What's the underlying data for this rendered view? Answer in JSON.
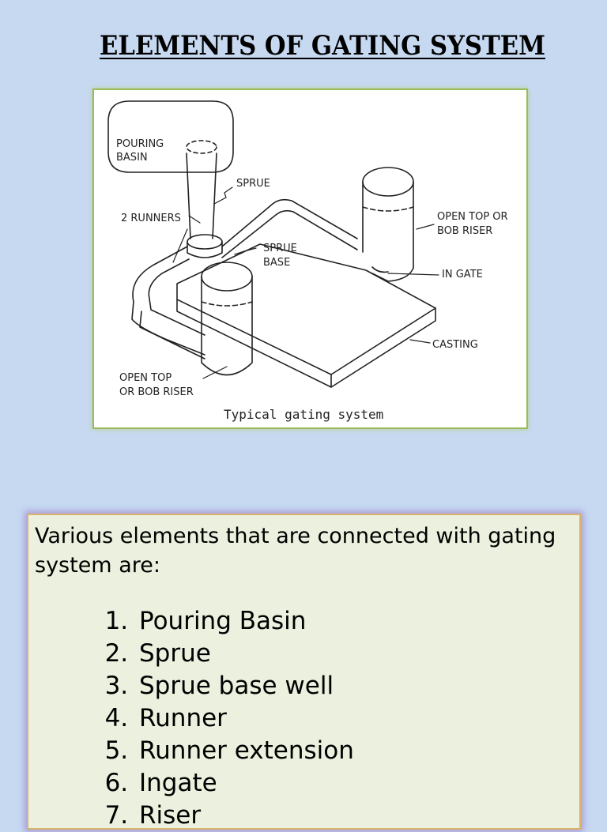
{
  "slide": {
    "title": "ELEMENTS OF GATING SYSTEM"
  },
  "figure": {
    "caption": "Typical gating system",
    "labels": {
      "pouring_basin_1": "POURING",
      "pouring_basin_2": "BASIN",
      "sprue": "SPRUE",
      "runners": "2 RUNNERS",
      "sprue_base_1": "SPRUE",
      "sprue_base_2": "BASE",
      "riser_right_1": "OPEN TOP OR",
      "riser_right_2": "BOB RISER",
      "in_gate": "IN GATE",
      "casting": "CASTING",
      "riser_left_1": "OPEN TOP",
      "riser_left_2": "OR BOB RISER"
    }
  },
  "textbox": {
    "intro": "Various elements that are connected with gating system  are:",
    "items": [
      "Pouring Basin",
      "Sprue",
      "Sprue base well",
      "Runner",
      "Runner extension",
      "Ingate",
      "Riser"
    ]
  }
}
